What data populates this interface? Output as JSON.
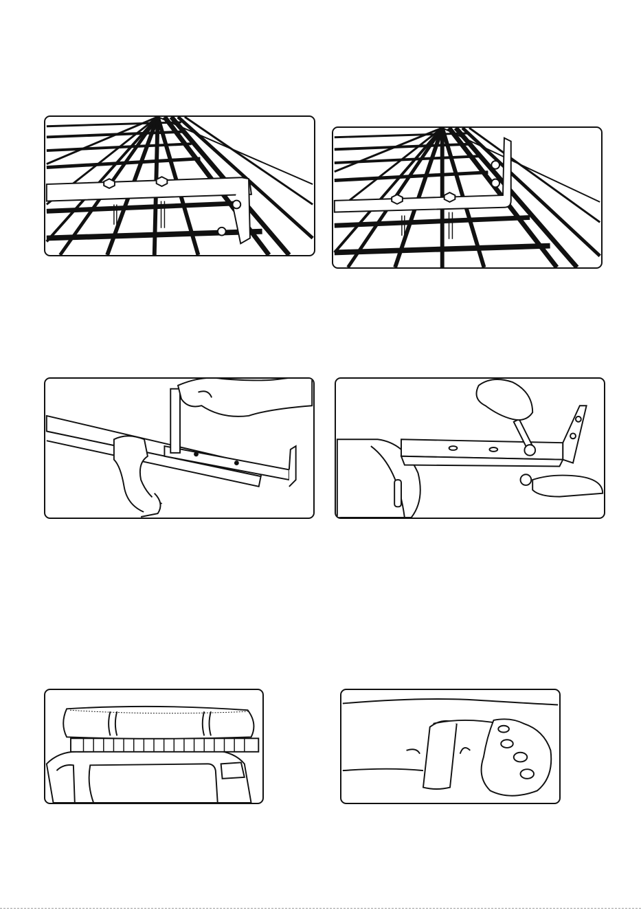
{
  "page": {
    "figures": [
      {
        "id": "fig-1",
        "icon": "rack-grid-bracket-illustration"
      },
      {
        "id": "fig-2",
        "icon": "rack-grid-bracket-upright-illustration"
      },
      {
        "id": "fig-3",
        "icon": "allen-key-crossbar-illustration"
      },
      {
        "id": "fig-4",
        "icon": "spanner-bracket-illustration"
      },
      {
        "id": "fig-5",
        "icon": "car-roof-bag-illustration"
      },
      {
        "id": "fig-6",
        "icon": "strap-hand-illustration"
      }
    ],
    "colors": {
      "ink": "#111111",
      "paper": "#ffffff",
      "gray": "#9a9a9a"
    }
  }
}
